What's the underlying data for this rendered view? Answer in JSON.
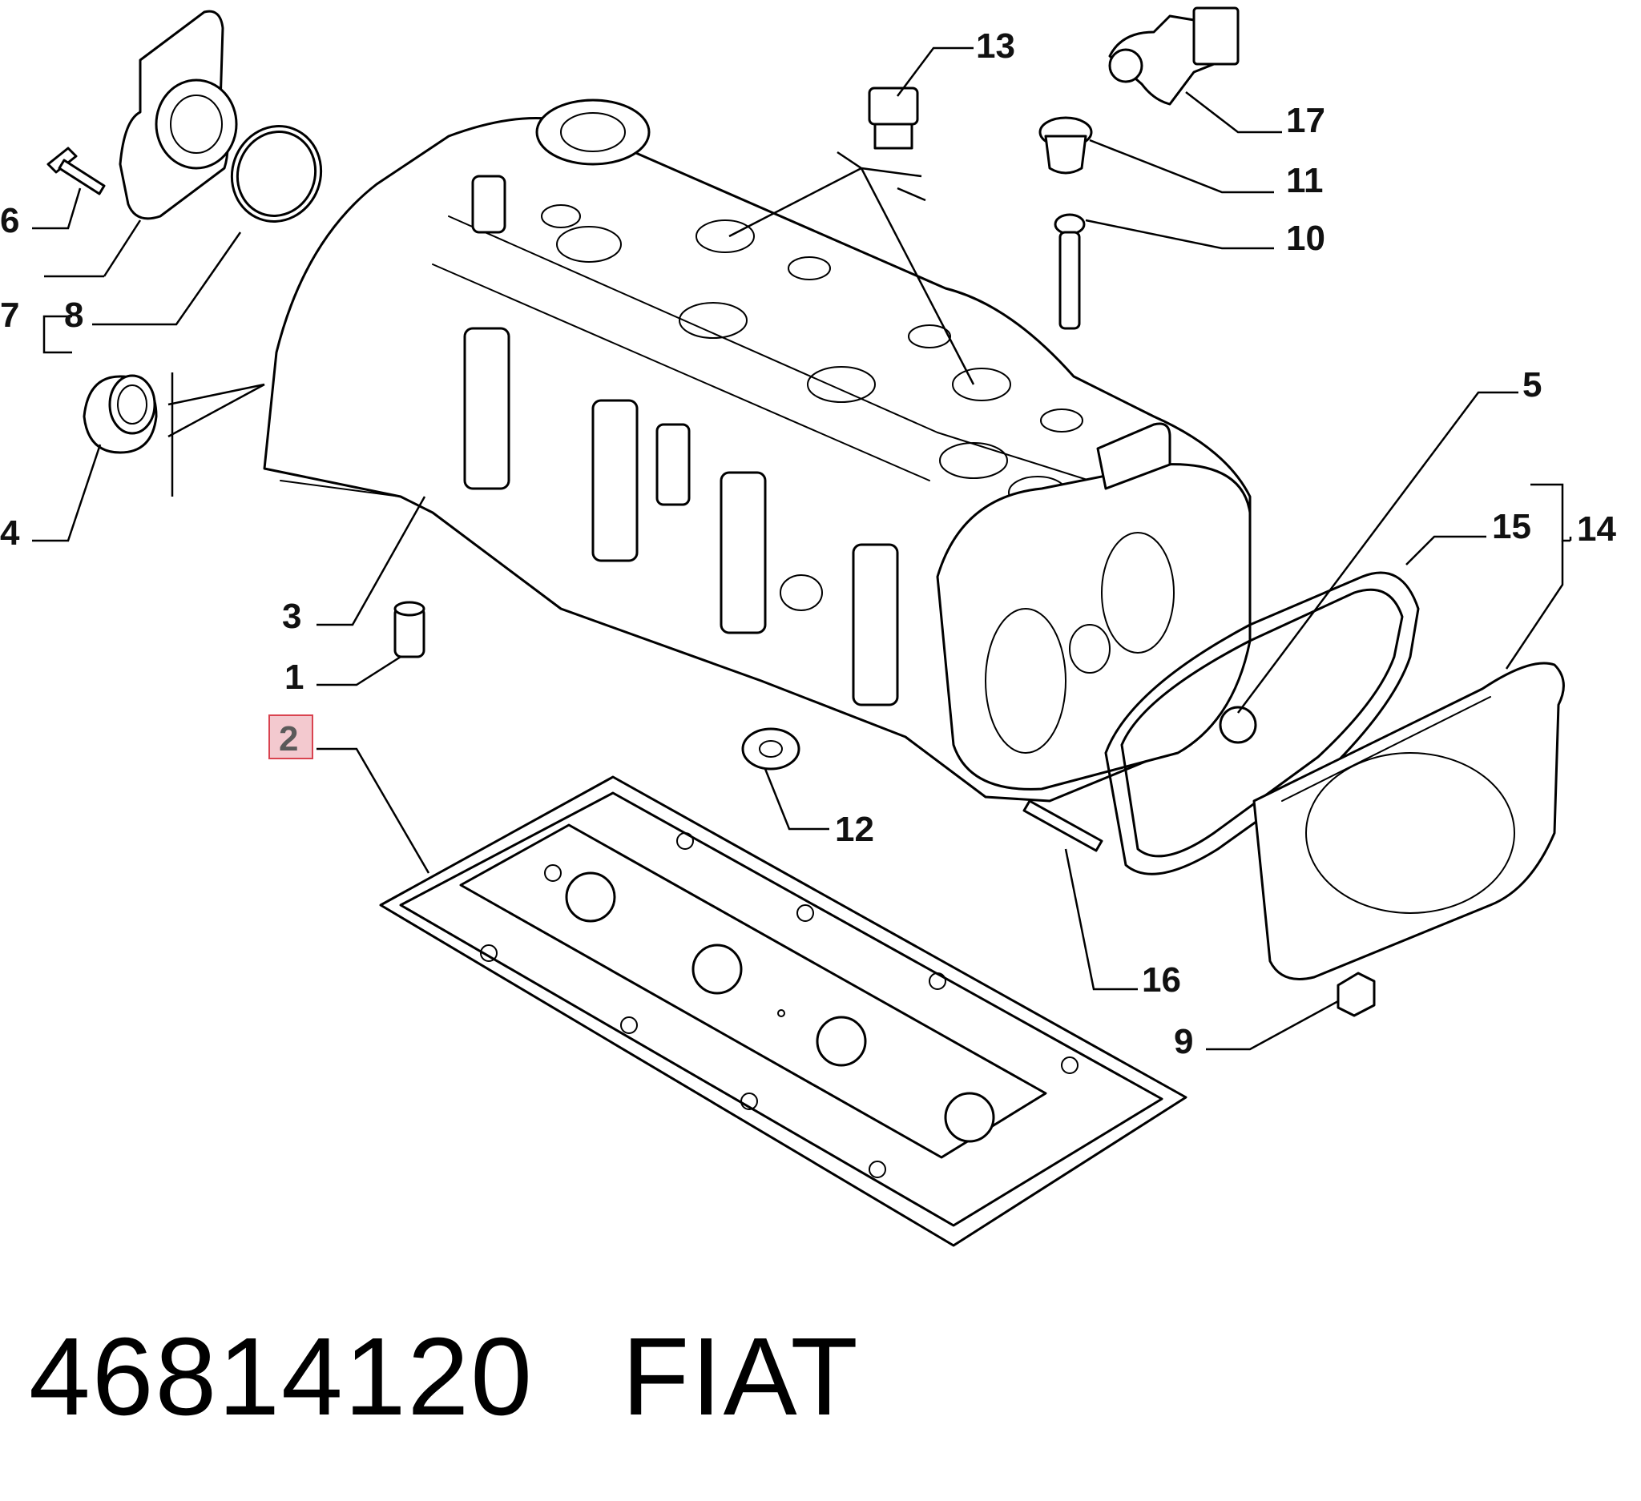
{
  "part_number": "46814120",
  "brand": "FIAT",
  "highlighted_callout": "2",
  "highlight_color": "#f3c9cf",
  "callouts": [
    "1",
    "2",
    "3",
    "4",
    "5",
    "6",
    "7",
    "8",
    "9",
    "10",
    "11",
    "12",
    "13",
    "14",
    "15",
    "16",
    "17"
  ]
}
